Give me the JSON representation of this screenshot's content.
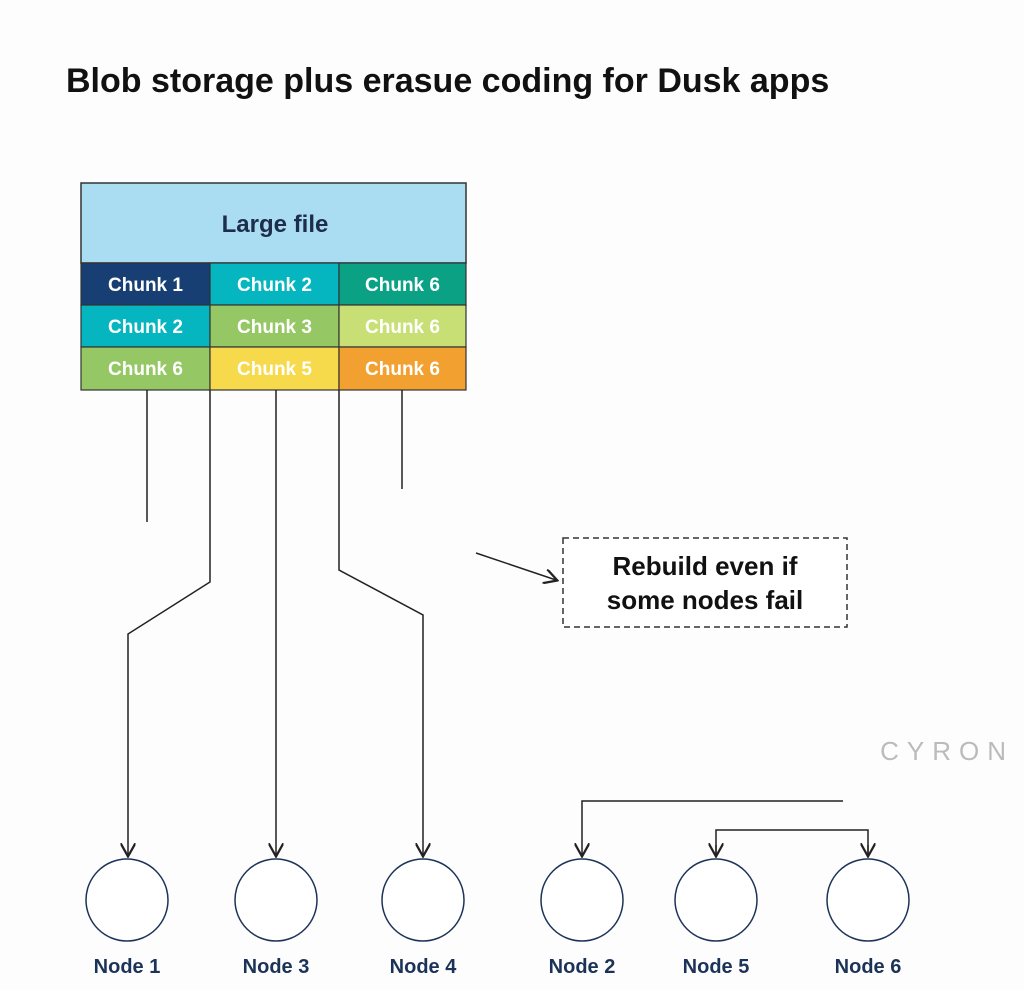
{
  "title": "Blob storage plus erasue coding for Dusk apps",
  "file": {
    "label": "Large file",
    "color": "#aadcf2"
  },
  "chunks": [
    [
      {
        "label": "Chunk 1",
        "color": "#173f73"
      },
      {
        "label": "Chunk 2",
        "color": "#05b5bf"
      },
      {
        "label": "Chunk 6",
        "color": "#0aa185"
      }
    ],
    [
      {
        "label": "Chunk 2",
        "color": "#05b5bf"
      },
      {
        "label": "Chunk 3",
        "color": "#95c865"
      },
      {
        "label": "Chunk 6",
        "color": "#c8df76"
      }
    ],
    [
      {
        "label": "Chunk 6",
        "color": "#95c865"
      },
      {
        "label": "Chunk 5",
        "color": "#f6da4c"
      },
      {
        "label": "Chunk 6",
        "color": "#f2a131"
      }
    ]
  ],
  "note": {
    "line1": "Rebuild even if",
    "line2": "some nodes fail"
  },
  "nodes": [
    {
      "label": "Node 1"
    },
    {
      "label": "Node 3"
    },
    {
      "label": "Node 4"
    },
    {
      "label": "Node 2"
    },
    {
      "label": "Node 5"
    },
    {
      "label": "Node 6"
    }
  ],
  "watermark": "CYRON"
}
